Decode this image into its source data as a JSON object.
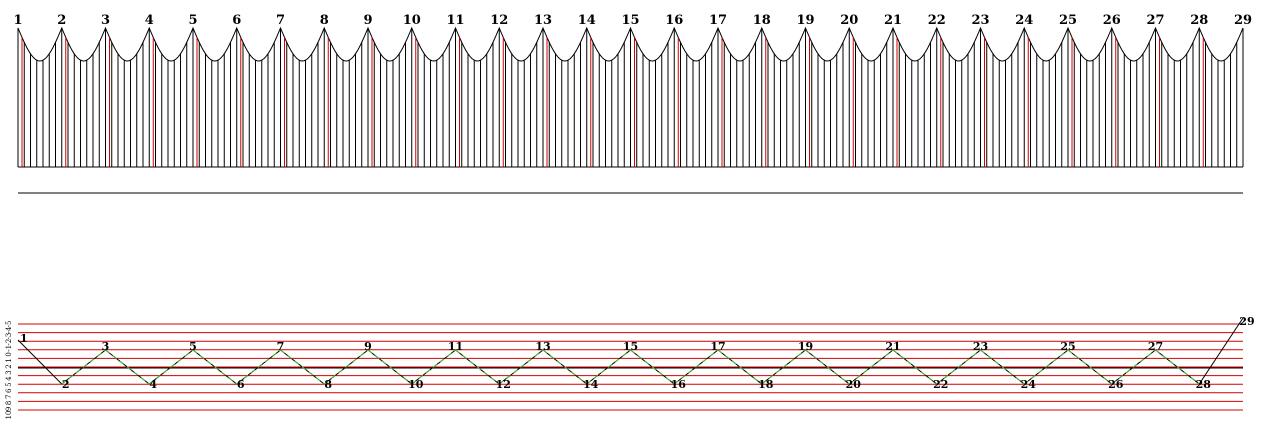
{
  "diagram": {
    "colors": {
      "black": "#000000",
      "red": "#d40000",
      "green": "#2ecc2e",
      "background": "#ffffff"
    },
    "top_panel": {
      "post_labels": [
        "1",
        "2",
        "3",
        "4",
        "5",
        "6",
        "7",
        "8",
        "9",
        "10",
        "11",
        "12",
        "13",
        "14",
        "15",
        "16",
        "17",
        "18",
        "19",
        "20",
        "21",
        "22",
        "23",
        "24",
        "25",
        "26",
        "27",
        "28",
        "29"
      ],
      "vertical_lines_per_bay": 6
    },
    "bottom_panel": {
      "node_labels": [
        "1",
        "2",
        "3",
        "4",
        "5",
        "6",
        "7",
        "8",
        "9",
        "10",
        "11",
        "12",
        "13",
        "14",
        "15",
        "16",
        "17",
        "18",
        "19",
        "20",
        "21",
        "22",
        "23",
        "24",
        "25",
        "26",
        "27",
        "28",
        "29"
      ],
      "red_line_count": 11,
      "side_labels": [
        "-5",
        "-4",
        "-3",
        "-2",
        "-1",
        "0",
        "1",
        "2",
        "3",
        "4",
        "5",
        "6",
        "7",
        "8",
        "9",
        "10"
      ]
    }
  }
}
